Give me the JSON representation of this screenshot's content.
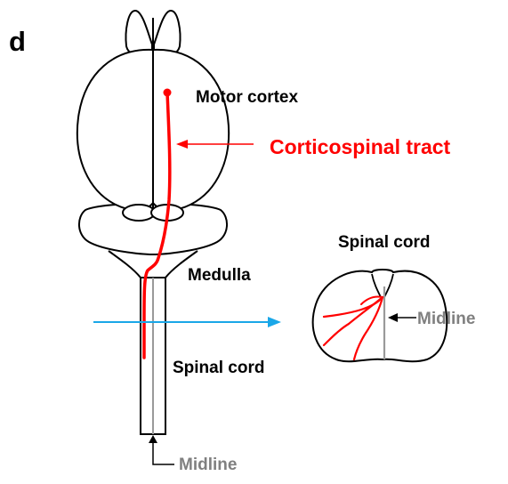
{
  "panel_label": "d",
  "labels": {
    "motor_cortex": "Motor cortex",
    "corticospinal_tract": "Corticospinal tract",
    "medulla": "Medulla",
    "spinal_cord": "Spinal cord",
    "spinal_cord_section_title": "Spinal cord",
    "midline_section": "Midline",
    "midline_bottom": "Midline"
  },
  "colors": {
    "tract": "#ff0000",
    "section_arrow": "#1aa7e8",
    "midline": "#9a9a9a",
    "outline": "#000000"
  }
}
